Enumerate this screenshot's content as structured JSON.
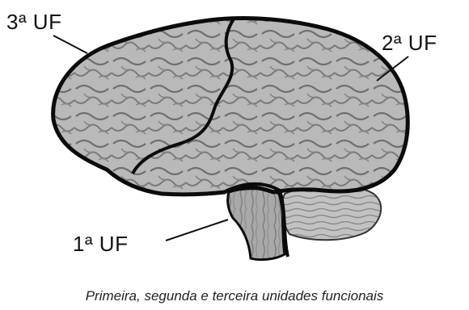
{
  "figure": {
    "labels": {
      "third_unit": "3ª UF",
      "second_unit": "2ª UF",
      "first_unit": "1ª UF"
    },
    "caption": "Primeira, segunda e terceira unidades funcionais"
  },
  "colors": {
    "outline": "#0b0b0b",
    "brain_fill": "#b9b9b9",
    "gyri_stroke": "#6f6f6f",
    "cerebellum_fill": "#c2c2c2",
    "stem_fill": "#a9a9a9"
  }
}
